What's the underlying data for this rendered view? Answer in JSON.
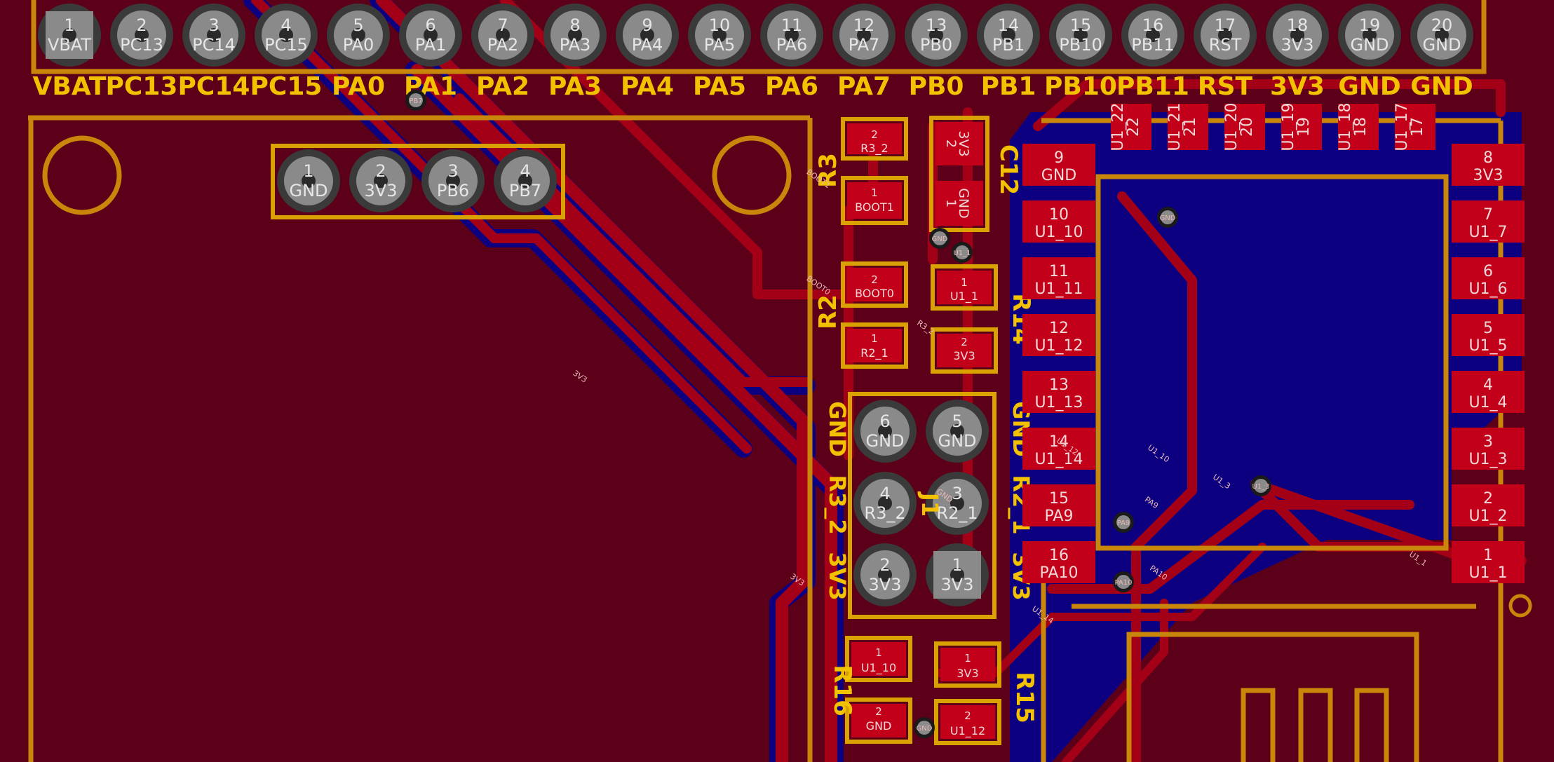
{
  "colors": {
    "board": "#5c0019",
    "copper_front": "#b00018",
    "copper_back": "#0d0080",
    "outline": "#c8860a",
    "silk": "#f2c200",
    "pad": "#c2001a",
    "hole": "#777777"
  },
  "header": {
    "pins": [
      {
        "num": "1",
        "net": "VBAT"
      },
      {
        "num": "2",
        "net": "PC13"
      },
      {
        "num": "3",
        "net": "PC14"
      },
      {
        "num": "4",
        "net": "PC15"
      },
      {
        "num": "5",
        "net": "PA0"
      },
      {
        "num": "6",
        "net": "PA1"
      },
      {
        "num": "7",
        "net": "PA2"
      },
      {
        "num": "8",
        "net": "PA3"
      },
      {
        "num": "9",
        "net": "PA4"
      },
      {
        "num": "10",
        "net": "PA5"
      },
      {
        "num": "11",
        "net": "PA6"
      },
      {
        "num": "12",
        "net": "PA7"
      },
      {
        "num": "13",
        "net": "PB0"
      },
      {
        "num": "14",
        "net": "PB1"
      },
      {
        "num": "15",
        "net": "PB10"
      },
      {
        "num": "16",
        "net": "PB11"
      },
      {
        "num": "17",
        "net": "RST"
      },
      {
        "num": "18",
        "net": "3V3"
      },
      {
        "num": "19",
        "net": "GND"
      },
      {
        "num": "20",
        "net": "GND"
      }
    ],
    "silk_labels": [
      "VBAT",
      "PC13",
      "PC14",
      "PC15",
      "PA0",
      "PA1",
      "PA2",
      "PA3",
      "PA4",
      "PA5",
      "PA6",
      "PA7",
      "PB0",
      "PB1",
      "PB10",
      "PB11",
      "RST",
      "3V3",
      "GND",
      "GND"
    ]
  },
  "swd": {
    "pins": [
      {
        "num": "1",
        "net": "GND"
      },
      {
        "num": "2",
        "net": "3V3"
      },
      {
        "num": "3",
        "net": "PB6"
      },
      {
        "num": "4",
        "net": "PB7"
      }
    ]
  },
  "components": {
    "R3": {
      "ref": "R3",
      "pad2_num": "2",
      "pad2_net": "R3_2",
      "pad1_num": "1",
      "pad1_net": "BOOT1"
    },
    "C12": {
      "ref": "C12",
      "pad2_num": "2",
      "pad2_net": "3V3",
      "pad1_num": "1",
      "pad1_net": "GND"
    },
    "R2": {
      "ref": "R2",
      "pad2_num": "2",
      "pad2_net": "BOOT0",
      "pad1_num": "1",
      "pad1_net": "R2_1"
    },
    "R14": {
      "ref": "R14",
      "pad1_num": "1",
      "pad1_net": "U1_1",
      "pad2_num": "2",
      "pad2_net": "3V3"
    },
    "J1": {
      "ref": "J1",
      "pins": [
        {
          "num": "6",
          "net": "GND"
        },
        {
          "num": "5",
          "net": "GND"
        },
        {
          "num": "4",
          "net": "R3_2"
        },
        {
          "num": "3",
          "net": "R2_1"
        },
        {
          "num": "2",
          "net": "3V3"
        },
        {
          "num": "1",
          "net": "3V3"
        }
      ],
      "silk_left": [
        "GND",
        "R3_2",
        "3V3"
      ],
      "silk_right": [
        "GND",
        "R2_1",
        "3V3"
      ]
    },
    "R16": {
      "ref": "R16",
      "pad1_num": "1",
      "pad1_net": "U1_10",
      "pad2_num": "2",
      "pad2_net": "GND"
    },
    "R15": {
      "ref": "R15",
      "pad1_num": "1",
      "pad1_net": "3V3",
      "pad2_num": "2",
      "pad2_net": "U1_12"
    }
  },
  "u1": {
    "left_pads": [
      {
        "num": "9",
        "net": "GND"
      },
      {
        "num": "10",
        "net": "U1_10"
      },
      {
        "num": "11",
        "net": "U1_11"
      },
      {
        "num": "12",
        "net": "U1_12"
      },
      {
        "num": "13",
        "net": "U1_13"
      },
      {
        "num": "14",
        "net": "U1_14"
      },
      {
        "num": "15",
        "net": "PA9"
      },
      {
        "num": "16",
        "net": "PA10"
      }
    ],
    "right_pads": [
      {
        "num": "8",
        "net": "3V3"
      },
      {
        "num": "7",
        "net": "U1_7"
      },
      {
        "num": "6",
        "net": "U1_6"
      },
      {
        "num": "5",
        "net": "U1_5"
      },
      {
        "num": "4",
        "net": "U1_4"
      },
      {
        "num": "3",
        "net": "U1_3"
      },
      {
        "num": "2",
        "net": "U1_2"
      },
      {
        "num": "1",
        "net": "U1_1"
      }
    ],
    "top_pads": [
      {
        "num": "22",
        "net": "U1_22"
      },
      {
        "num": "21",
        "net": "U1_21"
      },
      {
        "num": "20",
        "net": "U1_20"
      },
      {
        "num": "19",
        "net": "U1_19"
      },
      {
        "num": "18",
        "net": "U1_18"
      },
      {
        "num": "17",
        "net": "U1_17"
      }
    ]
  },
  "vias": [
    {
      "label": "PB7"
    },
    {
      "label": "GND"
    },
    {
      "label": "GND"
    },
    {
      "label": "U1_1"
    },
    {
      "label": "PA9"
    },
    {
      "label": "PA10"
    },
    {
      "label": "U1_3"
    },
    {
      "label": "GND"
    }
  ],
  "trace_labels": [
    "3V3",
    "BOOT0",
    "BOOT1",
    "R3_2",
    "PA9",
    "PA10",
    "U1_1",
    "U1_3",
    "U1_10",
    "U1_12",
    "U1_14",
    "GND",
    "3V3"
  ]
}
